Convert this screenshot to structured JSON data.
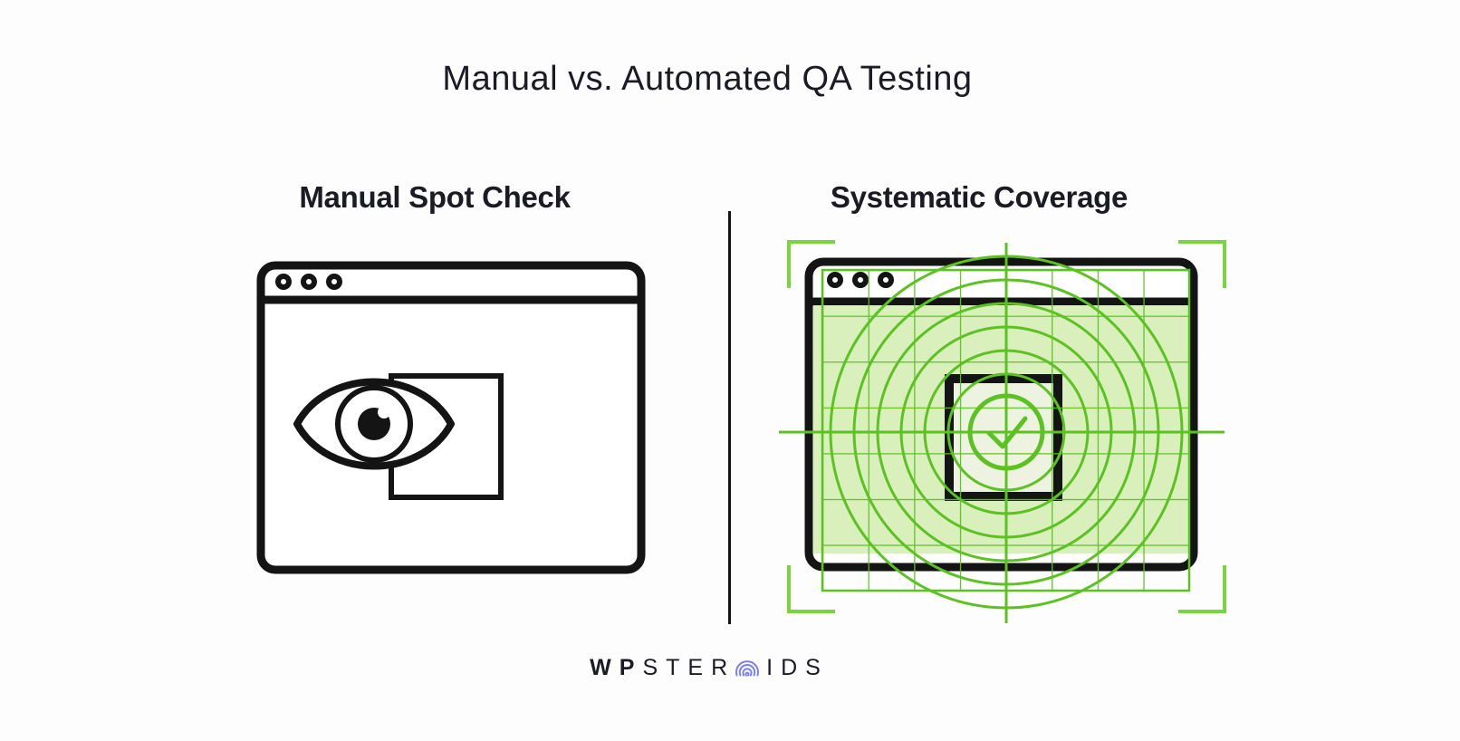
{
  "title": "Manual vs. Automated QA Testing",
  "panels": {
    "left": {
      "heading": "Manual Spot Check",
      "icons": [
        "browser-window-icon",
        "window-dots-icon",
        "eye-icon",
        "spot-check-rectangle"
      ]
    },
    "right": {
      "heading": "Systematic Coverage",
      "icons": [
        "viewfinder-brackets-icon",
        "browser-window-icon",
        "window-dots-icon",
        "coverage-grid",
        "radar-circles",
        "crosshair",
        "target-square",
        "checkmark-icon"
      ]
    }
  },
  "footer": {
    "logo": {
      "bold": "WP",
      "mid": "STER",
      "tail": "IDS",
      "o_icon": "concentric-arcs-icon"
    }
  },
  "colors": {
    "page_bg": "#fdfdfd",
    "ink": "#141414",
    "text": "#1b1b24",
    "green": "#5cc222",
    "bracket_green": "#76d73c",
    "green_fill": "#d9efbc",
    "square_fill": "#edf3e0",
    "logo_purple": "#7b80f0"
  }
}
